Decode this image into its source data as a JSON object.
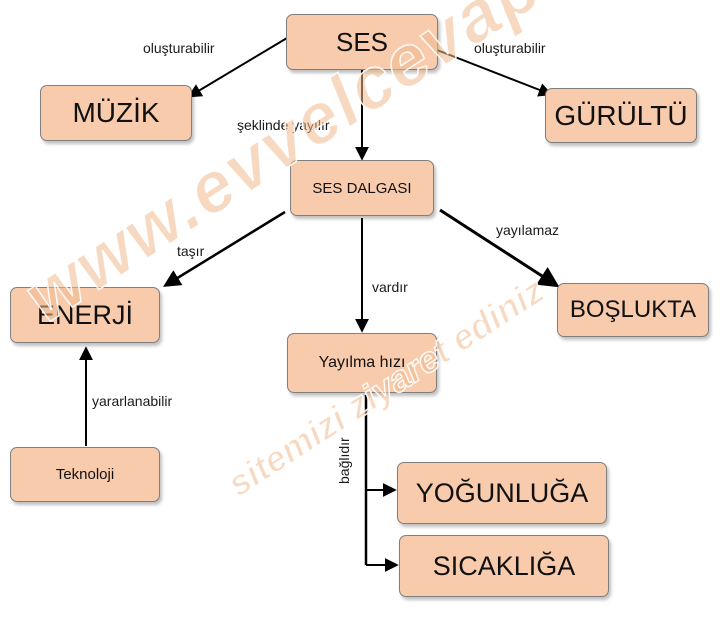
{
  "nodes": {
    "ses": "SES",
    "muzik": "MÜZİK",
    "gurultu": "GÜRÜLTÜ",
    "ses_dalgasi": "SES DALGASI",
    "enerji": "ENERJİ",
    "bosluk": "BOŞLUKTA",
    "yayilma_hizi": "Yayılma hızı",
    "teknoloji": "Teknoloji",
    "yogunluk": "YOĞUNLUĞA",
    "sicaklik": "SICAKLIĞA"
  },
  "edges": {
    "ses_muzik": "oluşturabilir",
    "ses_gurultu": "oluşturabilir",
    "ses_dalga": "şeklinde yayılır",
    "dalga_enerji": "taşır",
    "dalga_hiz": "vardır",
    "dalga_bosluk": "yayılamaz",
    "tek_enerji": "yararlanabilir",
    "hiz_bagli": "bağlıdır"
  },
  "watermark": {
    "line1": "www.evvelcevap.com",
    "line2": "sitemizi ziyaret ediniz"
  },
  "colors": {
    "node_fill": "#f8cbad",
    "node_border": "#7f7f7f",
    "arrow": "#000000"
  }
}
